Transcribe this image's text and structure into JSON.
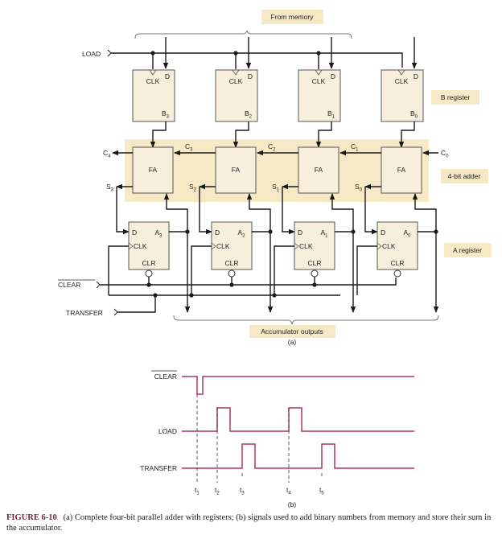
{
  "figure": {
    "from_memory_label": "From memory",
    "b_register_label": "B register",
    "adder_label": "4-bit adder",
    "a_register_label": "A register",
    "accumulator_label": "Accumulator outputs",
    "part_a_label": "(a)",
    "part_b_label": "(b)",
    "inputs": {
      "load": "LOAD",
      "clear": "CLEAR",
      "transfer": "TRANSFER"
    },
    "b_register": [
      {
        "clk": "CLK",
        "d": "D",
        "out": "B",
        "sub": "3"
      },
      {
        "clk": "CLK",
        "d": "D",
        "out": "B",
        "sub": "2"
      },
      {
        "clk": "CLK",
        "d": "D",
        "out": "B",
        "sub": "1"
      },
      {
        "clk": "CLK",
        "d": "D",
        "out": "B",
        "sub": "0"
      }
    ],
    "adders": [
      {
        "label": "FA",
        "sum": "S",
        "sum_sub": "3",
        "carry_out": "C",
        "carry_out_sub": "4"
      },
      {
        "label": "FA",
        "sum": "S",
        "sum_sub": "2",
        "carry_out": "C",
        "carry_out_sub": "3"
      },
      {
        "label": "FA",
        "sum": "S",
        "sum_sub": "1",
        "carry_out": "C",
        "carry_out_sub": "2"
      },
      {
        "label": "FA",
        "sum": "S",
        "sum_sub": "0",
        "carry_out": "C",
        "carry_out_sub": "1"
      }
    ],
    "carry_in": {
      "label": "C",
      "sub": "0"
    },
    "a_register": [
      {
        "d": "D",
        "clk": "CLK",
        "clr": "CLR",
        "out": "A",
        "sub": "3"
      },
      {
        "d": "D",
        "clk": "CLK",
        "clr": "CLR",
        "out": "A",
        "sub": "2"
      },
      {
        "d": "D",
        "clk": "CLK",
        "clr": "CLR",
        "out": "A",
        "sub": "1"
      },
      {
        "d": "D",
        "clk": "CLK",
        "clr": "CLR",
        "out": "A",
        "sub": "0"
      }
    ]
  },
  "timing": {
    "signals": [
      "CLEAR",
      "LOAD",
      "TRANSFER"
    ],
    "times": [
      {
        "t": "t",
        "sub": "1"
      },
      {
        "t": "t",
        "sub": "2"
      },
      {
        "t": "t",
        "sub": "3"
      },
      {
        "t": "t",
        "sub": "4"
      },
      {
        "t": "t",
        "sub": "5"
      }
    ],
    "waveform_color": "#a8385c"
  },
  "caption": {
    "figure_number": "FIGURE 6-10",
    "text": "(a) Complete four-bit parallel adder with registers; (b) signals used to add binary numbers from memory and store their sum in the accumulator."
  },
  "colors": {
    "box_fill": "#f7eedb",
    "highlight": "#f7e8c6",
    "wire": "#1a1a1a"
  }
}
